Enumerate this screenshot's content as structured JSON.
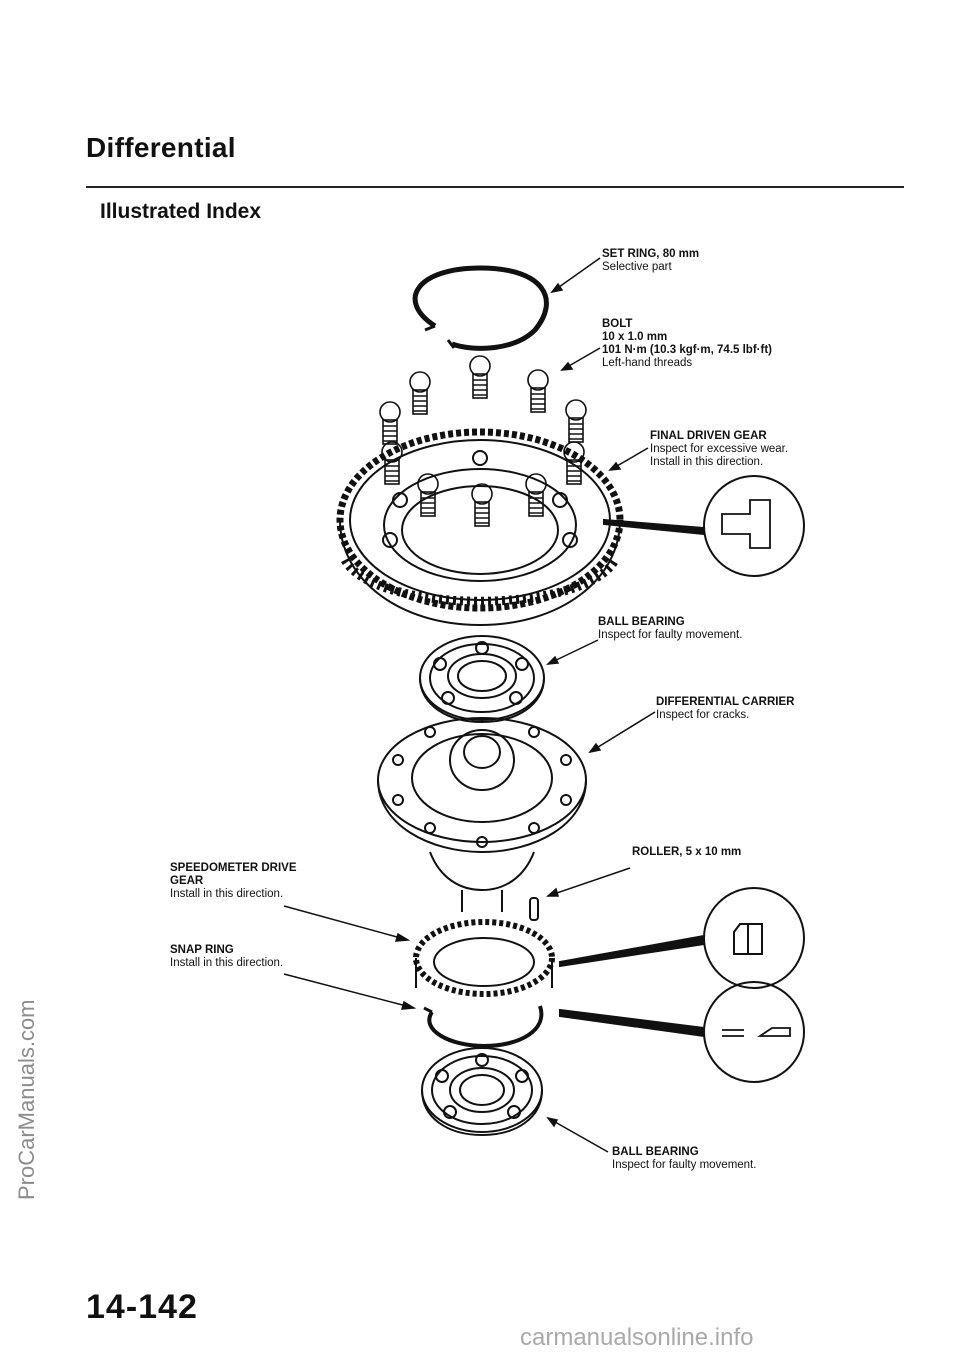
{
  "header": {
    "title": "Differential",
    "subtitle": "Illustrated Index"
  },
  "page_number": "14-142",
  "watermark": "ProCarManuals.com",
  "footer_watermark": "carmanualsonline.info",
  "callouts": {
    "set_ring": {
      "name": "SET RING, 80 mm",
      "detail": "Selective part"
    },
    "bolt": {
      "name": "BOLT",
      "spec1": "10 x 1.0 mm",
      "spec2": "101 N·m (10.3 kgf·m, 74.5 lbf·ft)",
      "detail": "Left-hand threads"
    },
    "final_driven_gear": {
      "name": "FINAL DRIVEN GEAR",
      "detail1": "Inspect for excessive wear.",
      "detail2": "Install in this direction."
    },
    "ball_bearing_upper": {
      "name": "BALL BEARING",
      "detail": "Inspect for faulty movement."
    },
    "differential_carrier": {
      "name": "DIFFERENTIAL CARRIER",
      "detail": "Inspect for cracks."
    },
    "roller": {
      "name": "ROLLER, 5 x 10 mm"
    },
    "speedometer_drive_gear": {
      "name1": "SPEEDOMETER DRIVE",
      "name2": "GEAR",
      "detail": "Install in this direction."
    },
    "snap_ring": {
      "name": "SNAP RING",
      "detail": "Install in this direction."
    },
    "ball_bearing_lower": {
      "name": "BALL BEARING",
      "detail": "Inspect for faulty movement."
    }
  }
}
